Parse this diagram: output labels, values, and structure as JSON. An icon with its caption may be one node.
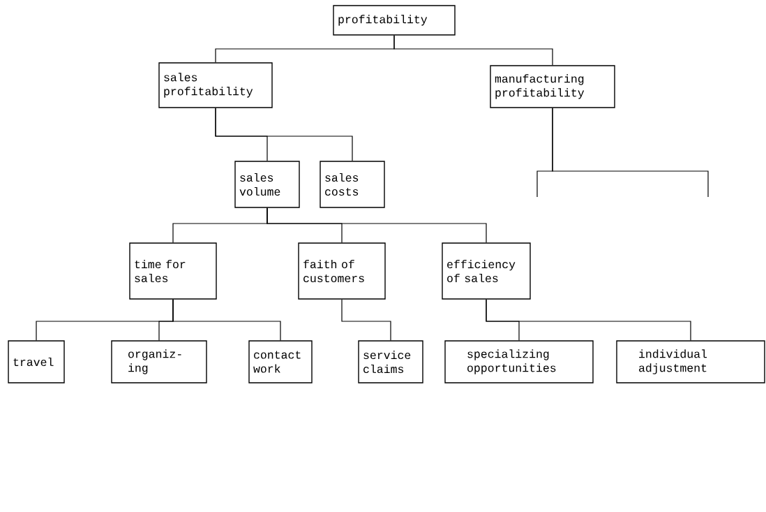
{
  "diagram": {
    "nodes": [
      {
        "text": [
          "profitability"
        ]
      },
      {
        "text": [
          "sales profitability"
        ]
      },
      {
        "text": [
          "manufacturing profitability"
        ]
      },
      {
        "text": [
          "sales volume"
        ]
      },
      {
        "text": [
          "sales costs"
        ]
      },
      {
        "text": [
          "time for sales"
        ]
      },
      {
        "text": [
          "faith of customers"
        ]
      },
      {
        "text": [
          "efficiency of sales"
        ]
      },
      {
        "text": [
          "travel"
        ]
      },
      {
        "text": [
          "organiz- ing"
        ]
      },
      {
        "text": [
          "contact work"
        ]
      },
      {
        "text": [
          "service claims"
        ]
      },
      {
        "text": [
          "specializing opportunities"
        ]
      },
      {
        "text": [
          "individual adjustment"
        ]
      }
    ],
    "edges": [
      {
        "from": 0,
        "to": 1,
        "arrow": "none"
      },
      {
        "from": 0,
        "to": 2,
        "arrow": "none"
      },
      {
        "from": 1,
        "to": 3,
        "arrow": "none"
      },
      {
        "from": 1,
        "to": 4,
        "arrow": "none"
      },
      {
        "from": 2,
        "to": null,
        "arrow": "none"
      },
      {
        "from": 2,
        "to": null,
        "arrow": "none"
      },
      {
        "from": 3,
        "to": 5,
        "arrow": "none"
      },
      {
        "from": 3,
        "to": 6,
        "arrow": "none"
      },
      {
        "from": 3,
        "to": 7,
        "arrow": "none"
      },
      {
        "from": 5,
        "to": 8,
        "arrow": "none"
      },
      {
        "from": 5,
        "to": 9,
        "arrow": "none"
      },
      {
        "from": 5,
        "to": 10,
        "arrow": "none"
      },
      {
        "from": 6,
        "to": 11,
        "arrow": "none"
      },
      {
        "from": 7,
        "to": 12,
        "arrow": "none"
      },
      {
        "from": 7,
        "to": 13,
        "arrow": "none"
      }
    ]
  }
}
